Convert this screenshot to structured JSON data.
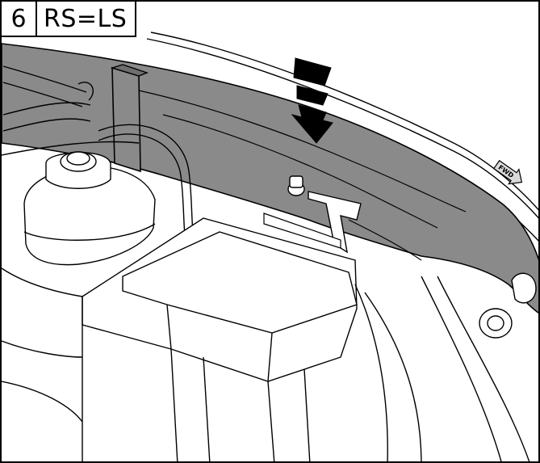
{
  "step": {
    "number": "6",
    "note": "RS=LS"
  },
  "fwd_label": "FWD",
  "colors": {
    "panel_fill": "#8a8a8a",
    "panel_dark": "#6e6e6e",
    "line": "#000000",
    "background": "#ffffff",
    "arrow": "#000000"
  }
}
